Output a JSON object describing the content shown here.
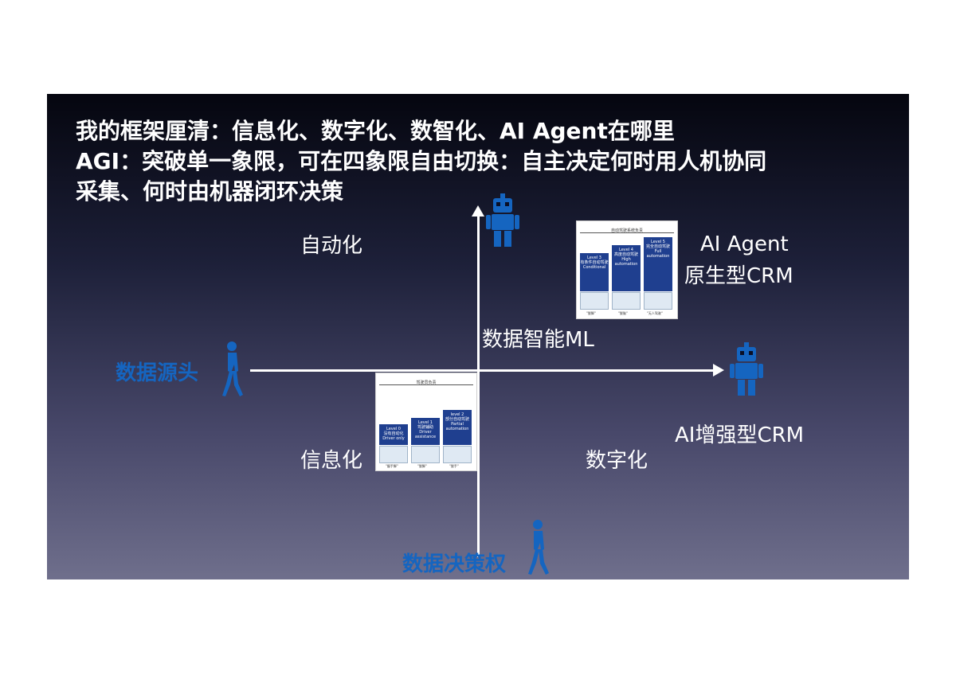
{
  "title": {
    "line1": "我的框架厘清：信息化、数字化、数智化、AI Agent在哪里",
    "line2": "AGI：突破单一象限，可在四象限自由切换：自主决定何时用人机协同",
    "line3": "采集、何时由机器闭环决策"
  },
  "axes": {
    "x_label": "数据源头",
    "y_label": "数据决策权",
    "center_label": "数据智能ML"
  },
  "quadrants": {
    "top_left": "自动化",
    "top_right_line1": "AI Agent",
    "top_right_line2": "原生型CRM",
    "bottom_left": "信息化",
    "bottom_right": "数字化",
    "right_middle": "AI增强型CRM"
  },
  "thumbnail_top": {
    "header": "自动驾驶系统负责",
    "levels": [
      {
        "name": "Level 3",
        "cn": "有条件自动驾驶",
        "en": "Conditional",
        "foot": "\"脱脚\""
      },
      {
        "name": "Level 4",
        "cn": "高度自动驾驶",
        "en": "High automation",
        "foot": "\"脱脑\""
      },
      {
        "name": "Level 5",
        "cn": "完全自动驾驶",
        "en": "Full automation",
        "foot": "\"无人驾驶\""
      }
    ]
  },
  "thumbnail_bottom": {
    "header": "驾驶员负责",
    "levels": [
      {
        "name": "Level 0",
        "cn": "没有自动化",
        "en": "Driver only",
        "foot": "\"握手脚\""
      },
      {
        "name": "Level 1",
        "cn": "驾驶辅助",
        "en": "Driver assistance",
        "foot": "\"脱脚\""
      },
      {
        "name": "level 2",
        "cn": "部分自动驾驶",
        "en": "Partial automation",
        "foot": "\"脱手\""
      }
    ]
  },
  "icons": {
    "robot_top": "robot-icon",
    "robot_right": "robot-icon",
    "person_left": "walking-person-icon",
    "person_bottom": "walking-person-icon"
  },
  "colors": {
    "accent_blue": "#1565c0",
    "text": "#ffffff"
  }
}
